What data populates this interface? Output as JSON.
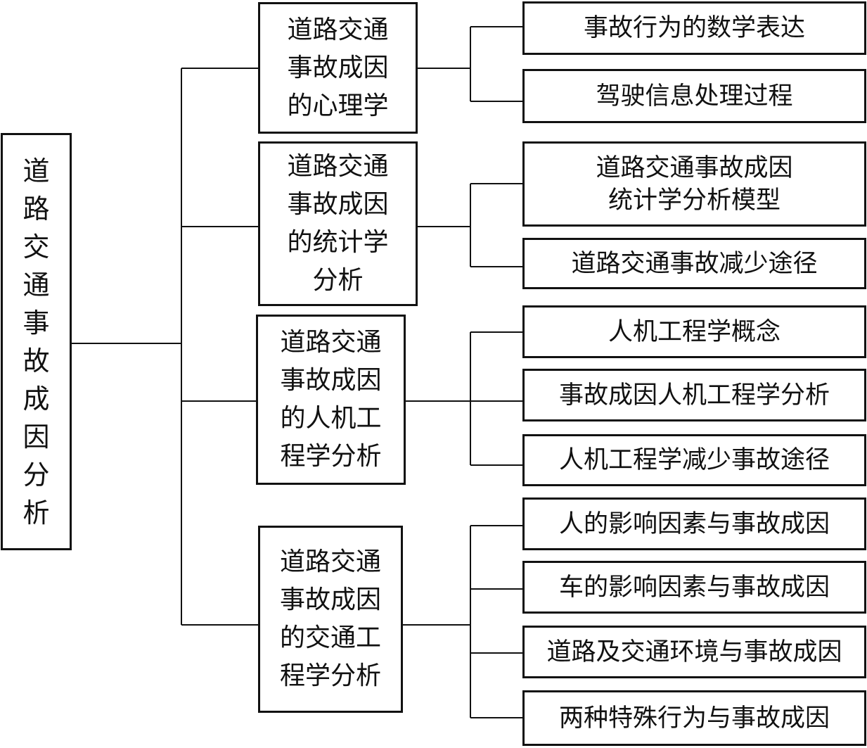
{
  "diagram": {
    "root": {
      "label": "道路交通事故成因分析",
      "lines": [
        "道",
        "路",
        "交",
        "通",
        "事",
        "故",
        "成",
        "因",
        "分",
        "析"
      ]
    },
    "branches": [
      {
        "lines": [
          "道路交通",
          "事故成因",
          "的心理学"
        ],
        "children": [
          {
            "lines": [
              "事故行为的数学表达"
            ]
          },
          {
            "lines": [
              "驾驶信息处理过程"
            ]
          }
        ]
      },
      {
        "lines": [
          "道路交通",
          "事故成因",
          "的统计学",
          "分析"
        ],
        "children": [
          {
            "lines": [
              "道路交通事故成因",
              "统计学分析模型"
            ]
          },
          {
            "lines": [
              "道路交通事故减少途径"
            ]
          }
        ]
      },
      {
        "lines": [
          "道路交通",
          "事故成因",
          "的人机工",
          "程学分析"
        ],
        "children": [
          {
            "lines": [
              "人机工程学概念"
            ]
          },
          {
            "lines": [
              "事故成因人机工程学分析"
            ]
          },
          {
            "lines": [
              "人机工程学减少事故途径"
            ]
          }
        ]
      },
      {
        "lines": [
          "道路交通",
          "事故成因",
          "的交通工",
          "程学分析"
        ],
        "children": [
          {
            "lines": [
              "人的影响因素与事故成因"
            ]
          },
          {
            "lines": [
              "车的影响因素与事故成因"
            ]
          },
          {
            "lines": [
              "道路及交通环境与事故成因"
            ]
          },
          {
            "lines": [
              "两种特殊行为与事故成因"
            ]
          }
        ]
      }
    ]
  }
}
